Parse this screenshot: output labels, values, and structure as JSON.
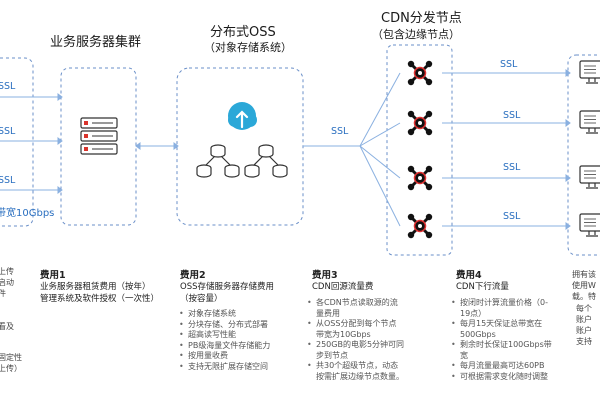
{
  "titles": {
    "business_cluster": "业务服务器集群",
    "oss_title": "分布式OSS",
    "oss_sub": "（对象存储系统）",
    "cdn_title": "CDN分发节点",
    "cdn_sub": "（包含边缘节点）"
  },
  "labels": {
    "ssl": "SSL",
    "bandwidth": "带宽10Gbps"
  },
  "fees": {
    "fee1": {
      "title": "费用1",
      "lines": [
        "业务服务器租赁费用（按年）",
        "管理系统及软件授权（一次性）"
      ]
    },
    "fee2": {
      "title": "费用2",
      "subtitle": "OSS存储服务器存储费用",
      "subtitle2": "（按容量）",
      "bullets": [
        "对象存储系统",
        "分块存储、分布式部署",
        "超高读写性能",
        "PB级海量文件存储能力",
        "按用量收费",
        "支持无限扩展存储空间"
      ]
    },
    "fee3": {
      "title": "费用3",
      "subtitle": "CDN回源流量费",
      "bullets": [
        [
          "各CDN节点读取源的流",
          "量费用"
        ],
        [
          "从OSS分配到每个节点",
          "带宽为10Gbps"
        ],
        [
          "250GB的电影5分钟可同",
          "步到节点"
        ],
        [
          "共30个超级节点，动态",
          "按需扩展边缘节点数量。"
        ]
      ]
    },
    "fee4": {
      "title": "费用4",
      "subtitle": "CDN下行流量",
      "bullets": [
        [
          "按闭时计算流量价格（0-",
          "19点）"
        ],
        [
          "每月15天保证总带宽在",
          "500Gbps"
        ],
        [
          "剩余时长保证100Gbps带",
          "宽"
        ],
        [
          "每月流量最高可达60PB"
        ],
        [
          "可根据需求变化随时调整"
        ]
      ]
    }
  },
  "left_fragments": [
    "上传",
    "启动",
    "件",
    "看及",
    "固定性",
    "上传）"
  ],
  "right_fragments": [
    "拥有该",
    "使用W",
    "载。特",
    "每个",
    "账户",
    "账户",
    "支持"
  ],
  "icons": {
    "server": "server-icon",
    "cloud_upload": "cloud-upload-icon",
    "database_tree": "database-tree-icon",
    "cdn_node": "cdn-node-icon",
    "monitor": "monitor-icon"
  },
  "colors": {
    "accent": "#2a6fc0",
    "dash": "#6a8fc8",
    "node": "#111111",
    "node_ring": "#e03030",
    "cloud": "#2ba8d8"
  }
}
